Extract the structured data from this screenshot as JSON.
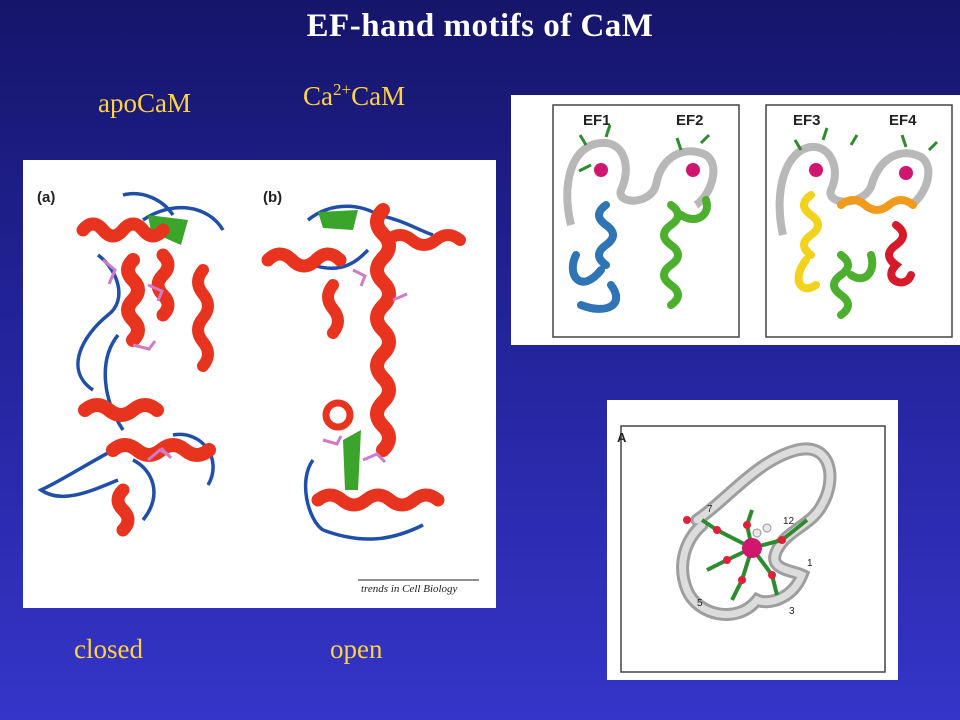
{
  "title": "EF-hand motifs of CaM",
  "labels": {
    "apo": "apoCaM",
    "ca_prefix": "Ca",
    "ca_sup": "2+",
    "ca_suffix": "CaM",
    "closed": "closed",
    "open": "open"
  },
  "panel_structures": {
    "a_label": "(a)",
    "b_label": "(b)",
    "credit": "trends in Cell Biology"
  },
  "panel_ef": {
    "ef1": "EF1",
    "ef2": "EF2",
    "ef3": "EF3",
    "ef4": "EF4"
  },
  "panel_loop": {
    "label": "A",
    "residues": [
      "7",
      "12",
      "1",
      "5",
      "3"
    ]
  },
  "colors": {
    "title": "#ffffff",
    "labels": "#ffd23f",
    "helix": "#e8331f",
    "strand": "#3aa52a",
    "coil": "#1f4fa8",
    "side_chain": "#d07ac8",
    "calcium": "#d0166e",
    "ef_blue": "#2f74b5",
    "ef_green": "#4caf2e",
    "ef_yellow": "#f2d21b",
    "ef_orange": "#f19a1c",
    "ef_red": "#d61a2a"
  }
}
